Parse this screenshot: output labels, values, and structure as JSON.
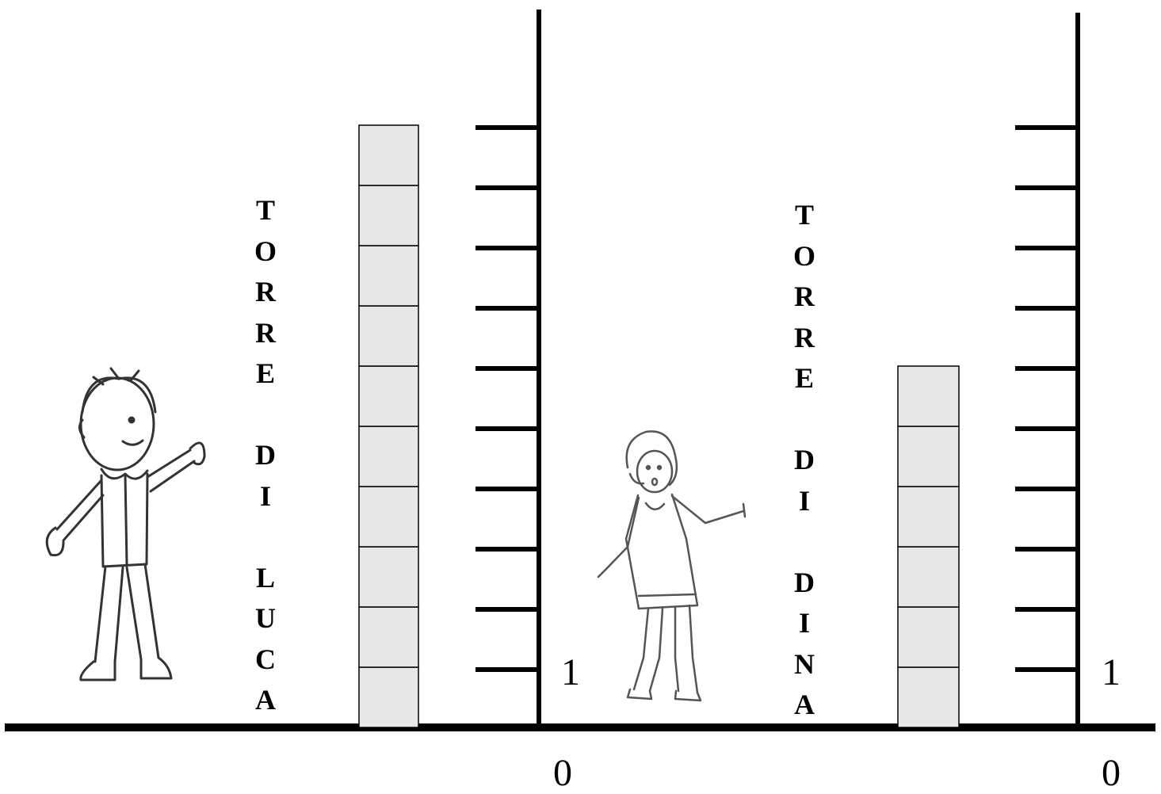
{
  "colors": {
    "line": "#000000",
    "block_fill": "#e8e8e8",
    "block_stroke": "#000000"
  },
  "left": {
    "tower_label": [
      "T",
      "O",
      "R",
      "R",
      "E",
      "",
      "D",
      "I",
      "",
      "L",
      "U",
      "C",
      "A"
    ],
    "block_count": 10,
    "scale_ticks": 10,
    "axis_one": "1",
    "axis_zero": "0",
    "figure": "boy-figure"
  },
  "right": {
    "tower_label": [
      "T",
      "O",
      "R",
      "R",
      "E",
      "",
      "D",
      "I",
      "",
      "D",
      "I",
      "N",
      "A"
    ],
    "block_count": 6,
    "scale_ticks": 10,
    "axis_one": "1",
    "axis_zero": "0",
    "figure": "girl-figure"
  }
}
